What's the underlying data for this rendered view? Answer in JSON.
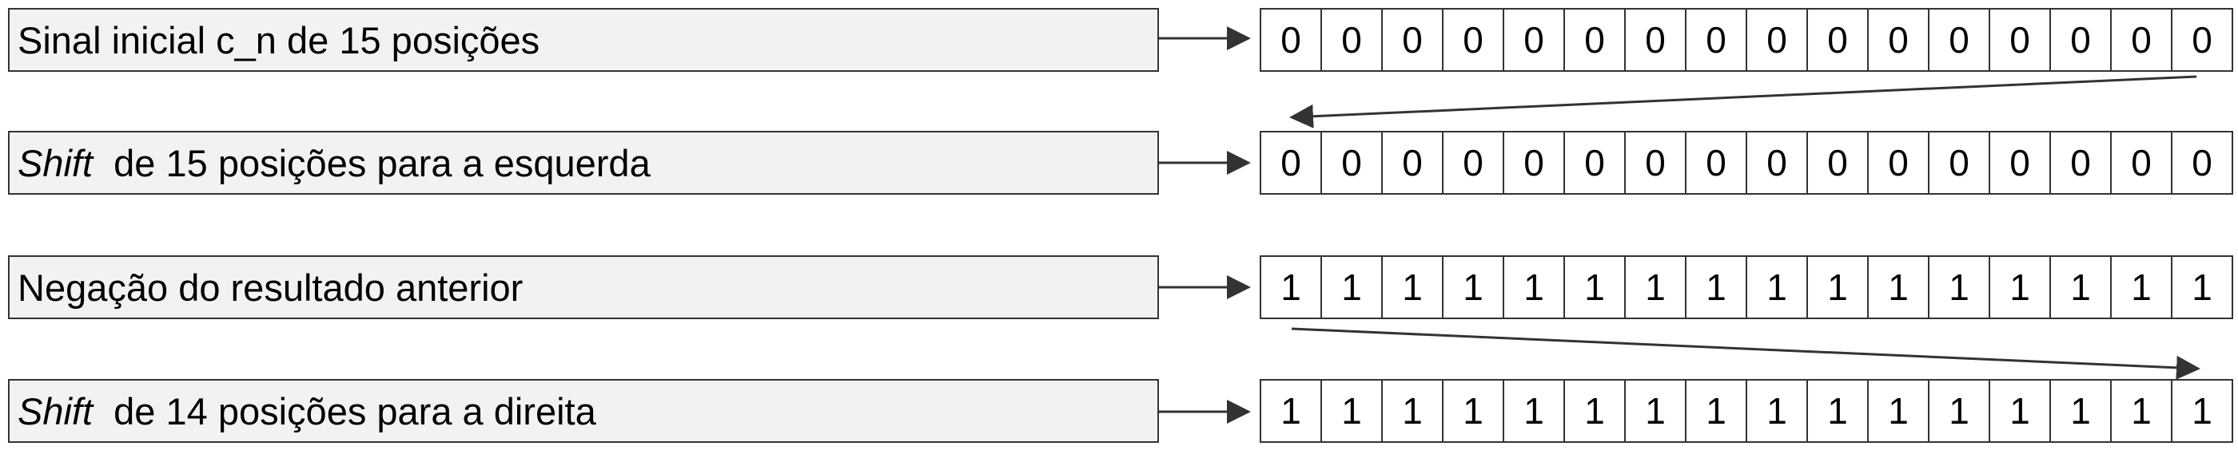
{
  "rows": [
    {
      "label_em": "",
      "label_rest": "Sinal inicial c_n de 15 posições",
      "bits": [
        "0",
        "0",
        "0",
        "0",
        "0",
        "0",
        "0",
        "0",
        "0",
        "0",
        "0",
        "0",
        "0",
        "0",
        "0",
        "0"
      ]
    },
    {
      "label_em": "Shift",
      "label_rest": "  de 15 posições para a esquerda",
      "bits": [
        "0",
        "0",
        "0",
        "0",
        "0",
        "0",
        "0",
        "0",
        "0",
        "0",
        "0",
        "0",
        "0",
        "0",
        "0",
        "0"
      ]
    },
    {
      "label_em": "",
      "label_rest": "Negação do resultado anterior",
      "bits": [
        "1",
        "1",
        "1",
        "1",
        "1",
        "1",
        "1",
        "1",
        "1",
        "1",
        "1",
        "1",
        "1",
        "1",
        "1",
        "1"
      ]
    },
    {
      "label_em": "Shift",
      "label_rest": "  de 14 posições para a direita",
      "bits": [
        "1",
        "1",
        "1",
        "1",
        "1",
        "1",
        "1",
        "1",
        "1",
        "1",
        "1",
        "1",
        "1",
        "1",
        "1",
        "1"
      ]
    }
  ],
  "colors": {
    "label_fill": "#f2f2f2",
    "stroke": "#333333"
  }
}
